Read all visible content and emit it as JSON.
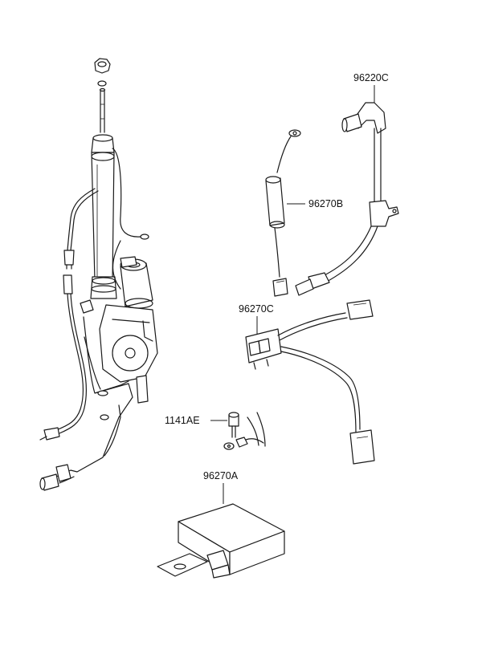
{
  "parts": {
    "p96220c": "96220C",
    "p96270b": "96270B",
    "p96270c": "96270C",
    "p1141ae": "1141AE",
    "p96270a": "96270A"
  }
}
